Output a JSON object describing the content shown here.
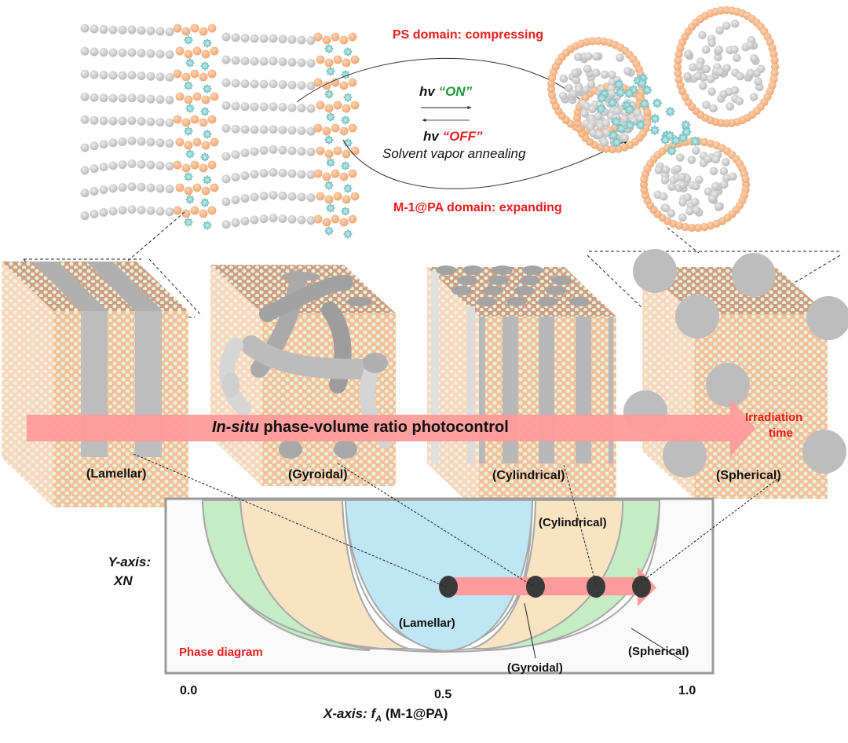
{
  "top_panel": {
    "ps_label": "PS domain: compressing",
    "pa_label": "M-1@PA domain: expanding",
    "on_prefix": "hv ",
    "on_text": "“ON”",
    "off_prefix": "hv ",
    "off_text": "“OFF”",
    "annealing": "Solvent vapor annealing"
  },
  "cubes": [
    {
      "id": "lamellar",
      "label": "(Lamellar)"
    },
    {
      "id": "gyroidal",
      "label": "(Gyroidal)"
    },
    {
      "id": "cylindrical",
      "label": "(Cylindrical)"
    },
    {
      "id": "spherical",
      "label": "(Spherical)"
    }
  ],
  "arrow": {
    "italic_part": "In-situ",
    "rest": " phase-volume ratio photocontrol",
    "end_label_1": "Irradiation",
    "end_label_2": "time"
  },
  "phase_diagram": {
    "title": "Phase diagram",
    "y_label_1": "Y-axis:",
    "y_label_2": "XN",
    "x_label_italic": "X-axis: ",
    "x_label_f": "f",
    "x_label_sub": "A",
    "x_label_rest": " (M-1@PA)",
    "x_ticks": [
      "0.0",
      "0.5",
      "1.0"
    ],
    "regions": {
      "lamellar": "(Lamellar)",
      "gyroidal": "(Gyroidal)",
      "cylindrical": "(Cylindrical)",
      "spherical": "(Spherical)"
    },
    "path_points_fA": [
      0.5,
      0.68,
      0.8,
      0.9
    ]
  },
  "colors": {
    "ps_bead": "#c8c8c8",
    "pa_bead": "#f4b183",
    "m1_star": "#5fb8b8",
    "red_text": "#ee1c1c",
    "green_text": "#1a9a3c",
    "arrow_fill": "#ff9b9b",
    "lamellar_region": "#bfe6f5",
    "cylindrical_region": "#f8e3c2",
    "spherical_region": "#c6ecc6"
  }
}
